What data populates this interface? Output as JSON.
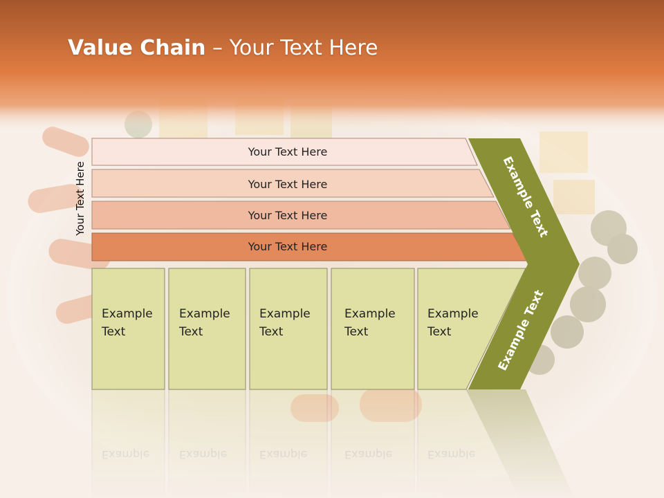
{
  "slide": {
    "title_bold": "Value Chain",
    "title_rest": " – Your Text Here",
    "side_label": "Your Text Here"
  },
  "bars": [
    {
      "label": "Your Text Here",
      "color": "#fae6df"
    },
    {
      "label": "Your Text Here",
      "color": "#f5d3bf"
    },
    {
      "label": "Your Text Here",
      "color": "#efba9f"
    },
    {
      "label": "Your Text Here",
      "color": "#e28a5c"
    }
  ],
  "boxes": [
    {
      "line1": "Example",
      "line2": "Text"
    },
    {
      "line1": "Example",
      "line2": "Text"
    },
    {
      "line1": "Example",
      "line2": "Text"
    },
    {
      "line1": "Example",
      "line2": "Text"
    },
    {
      "line1": "Example",
      "line2": "Text"
    }
  ],
  "chevron": {
    "upper_label": "Example Text",
    "lower_label": "Example Text",
    "color": "#8a9035"
  },
  "colors": {
    "header_top": "#a3562b",
    "header_mid": "#e07c42",
    "box_fill": "#e0e0a5",
    "box_border": "#8a8a6a"
  }
}
